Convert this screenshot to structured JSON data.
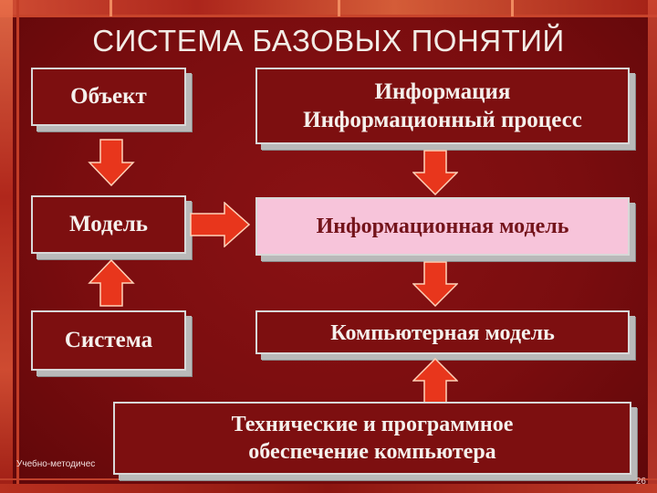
{
  "slide": {
    "title": "СИСТЕМА БАЗОВЫХ ПОНЯТИЙ",
    "footer_text": "Учебно-методичес",
    "page_number": "26"
  },
  "boxes": {
    "object": "Объект",
    "information_line1": "Информация",
    "information_line2": "Информационный процесс",
    "model": "Модель",
    "information_model": "Информационная модель",
    "system": "Система",
    "computer_model": "Компьютерная модель",
    "tech_line1": "Технические и программное",
    "tech_line2": "обеспечение компьютера"
  },
  "colors": {
    "background": "#7a0d0f",
    "box_fill": "#7d0f10",
    "highlight_box_fill": "#f7c4da",
    "arrow_fill": "#e8361c",
    "arrow_edge": "#ffd2b8",
    "text": "#f5f0ec"
  }
}
